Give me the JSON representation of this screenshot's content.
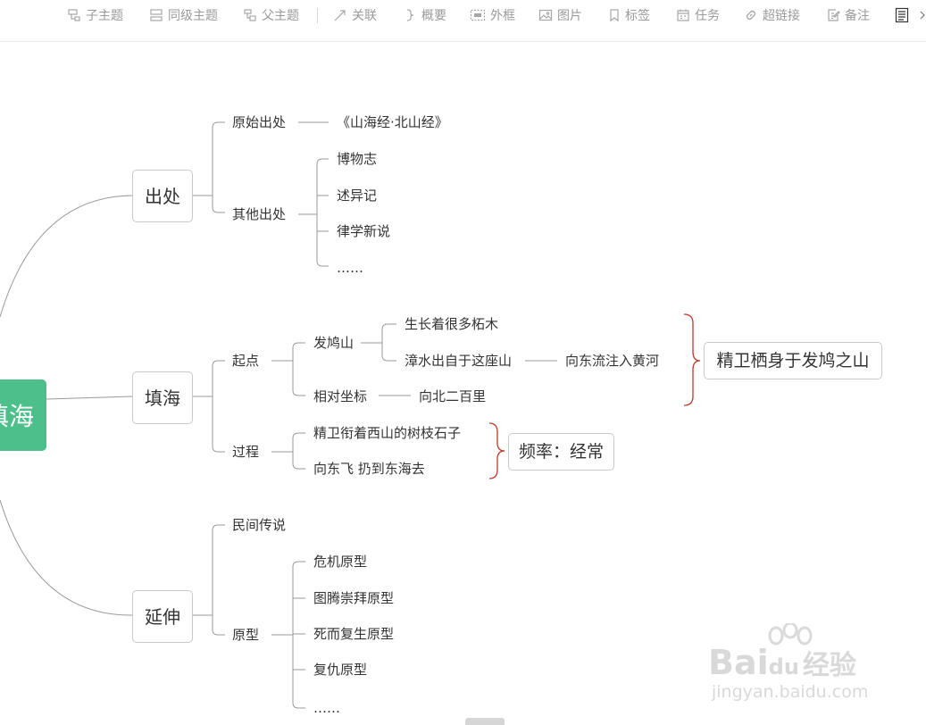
{
  "toolbar": {
    "items": [
      {
        "label": "子主题",
        "icon": "subtopic-icon"
      },
      {
        "label": "同级主题",
        "icon": "sibling-topic-icon"
      },
      {
        "label": "父主题",
        "icon": "parent-topic-icon"
      },
      {
        "label": "关联",
        "icon": "relation-icon"
      },
      {
        "label": "概要",
        "icon": "summary-icon"
      },
      {
        "label": "外框",
        "icon": "boundary-icon"
      },
      {
        "label": "图片",
        "icon": "image-icon"
      },
      {
        "label": "标签",
        "icon": "label-icon"
      },
      {
        "label": "任务",
        "icon": "task-icon"
      },
      {
        "label": "超链接",
        "icon": "hyperlink-icon"
      },
      {
        "label": "备注",
        "icon": "note-icon"
      }
    ],
    "panel_icon": "outline-panel-icon",
    "more_icon": "chevron-right-icon"
  },
  "colors": {
    "root_bg": "#4cbf8b",
    "summary_brace": "#c0392b",
    "line": "#9a9a9a"
  },
  "mindmap": {
    "root": "填海",
    "branch1": {
      "title": "出处",
      "origin": {
        "label": "原始出处",
        "value": "《山海经·北山经》"
      },
      "others": {
        "label": "其他出处",
        "items": [
          "博物志",
          "述异记",
          "律学新说",
          "……"
        ]
      }
    },
    "branch2": {
      "title": "填海",
      "start": {
        "label": "起点",
        "mountain": {
          "label": "发鸠山",
          "desc1": "生长着很多柘木",
          "desc2": "漳水出自于这座山",
          "desc2_child": "向东流注入黄河"
        },
        "coord": {
          "label": "相对坐标",
          "value": "向北二百里"
        },
        "summary": "精卫栖身于发鸠之山"
      },
      "process": {
        "label": "过程",
        "items": [
          "精卫衔着西山的树枝石子",
          "向东飞 扔到东海去"
        ],
        "summary": "频率：经常"
      }
    },
    "branch3": {
      "title": "延伸",
      "folk": "民间传说",
      "archetype": {
        "label": "原型",
        "items": [
          "危机原型",
          "图腾崇拜原型",
          "死而复生原型",
          "复仇原型",
          "……"
        ]
      }
    }
  },
  "watermark": {
    "brand": "Bai",
    "brand2": "du",
    "cn": "经验",
    "url": "jingyan.baidu.com"
  }
}
